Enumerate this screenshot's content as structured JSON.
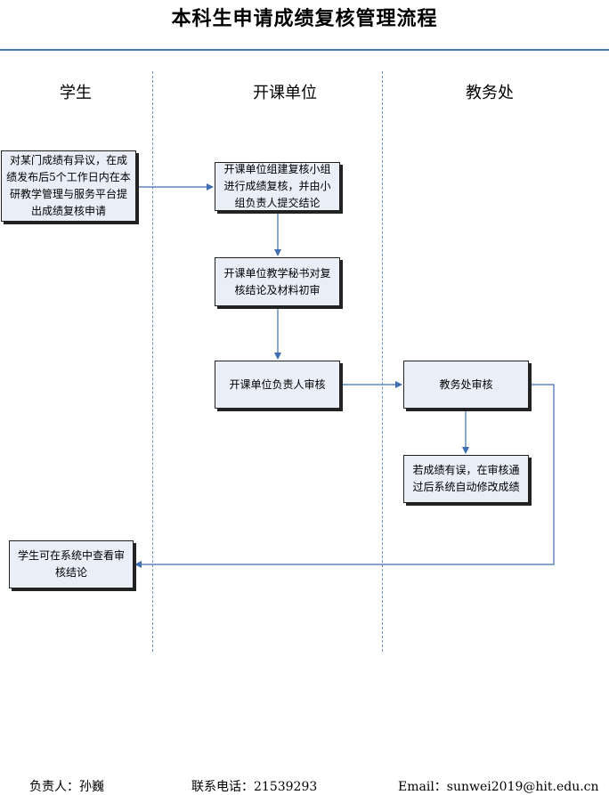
{
  "title": "本科生申请成绩复核管理流程",
  "lanes": {
    "student": "学生",
    "department": "开课单位",
    "academic_affairs": "教务处"
  },
  "steps": {
    "student_apply": "对某门成绩有异议，在成绩发布后5个工作日内在本研教学管理与服务平台提出成绩复核申请",
    "dept_review_group": "开课单位组建复核小组进行成绩复核，并由小组负责人提交结论",
    "dept_secretary": "开课单位教学秘书对复核结论及材料初审",
    "dept_head": "开课单位负责人审核",
    "affairs_review": "教务处审核",
    "affairs_correct": "若成绩有误，在审核通过后系统自动修改成绩",
    "student_view": "学生可在系统中查看审核结论"
  },
  "footer": {
    "contact_person": "负责人：孙巍",
    "phone": "联系电话：21539293",
    "email": "Email：sunwei2019@hit.edu.cn"
  }
}
